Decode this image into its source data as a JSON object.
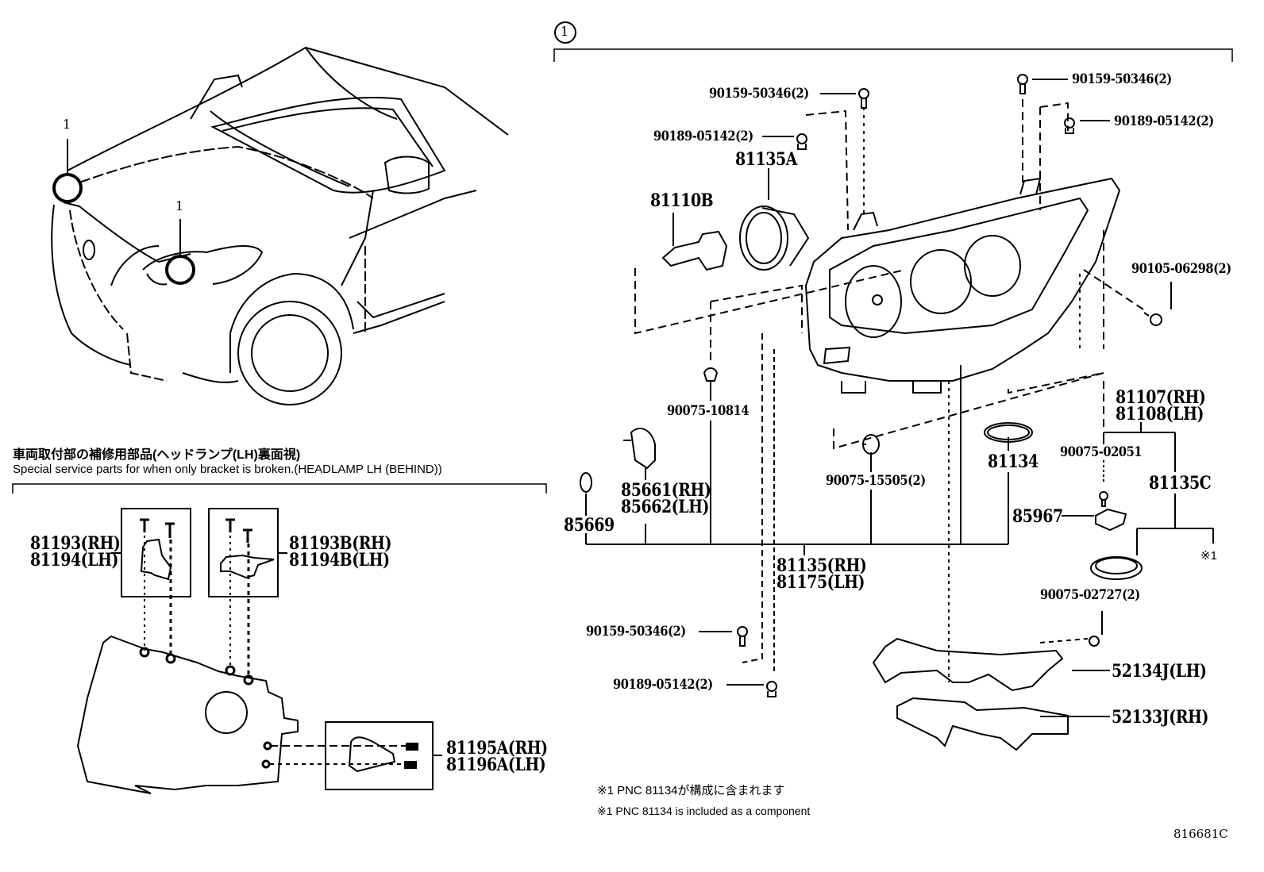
{
  "diagram": {
    "title": "Headlamp assembly parts diagram",
    "reference_code": "816681C",
    "callout_symbol": "1",
    "vehicle_view": {
      "callouts": [
        "1",
        "1"
      ]
    },
    "bracket_section": {
      "heading_jp": "車両取付部の補修用部品(ヘッドランプ(LH)裏面視)",
      "heading_en": "Special service parts for when only bracket is broken.(HEADLAMP LH (BEHIND))",
      "parts": [
        {
          "line1": "81193(RH)",
          "line2": "81194(LH)"
        },
        {
          "line1": "81193B(RH)",
          "line2": "81194B(LH)"
        },
        {
          "line1": "81195A(RH)",
          "line2": "81196A(LH)"
        }
      ]
    },
    "assembly_section": {
      "callout": "1",
      "labels": {
        "screw_top_left": "90159-50346(2)",
        "clip_top_left": "90189-05142(2)",
        "screw_top_right": "90159-50346(2)",
        "clip_top_right": "90189-05142(2)",
        "cap": "81135A",
        "bulb": "81110B",
        "bolt_right": "90105-06298(2)",
        "grommet": "90075-10814",
        "ring": "85669",
        "socket_line1": "85661(RH)",
        "socket_line2": "85662(LH)",
        "spacer": "90075-15505(2)",
        "gasket": "81134",
        "unit_line1": "81107(RH)",
        "unit_line2": "81108(LH)",
        "screw_module": "90075-02051",
        "cover_c": "81135C",
        "module": "85967",
        "note_ref": "※1",
        "housing_line1": "81135(RH)",
        "housing_line2": "81175(LH)",
        "screw_bracket": "90075-02727(2)",
        "screw_bottom": "90159-50346(2)",
        "clip_bottom": "90189-05142(2)",
        "bracket_lh": "52134J(LH)",
        "bracket_rh": "52133J(RH)"
      }
    },
    "footnotes": [
      "※1 PNC 81134が構成に含まれます",
      "※1 PNC 81134 is included as a component"
    ]
  }
}
